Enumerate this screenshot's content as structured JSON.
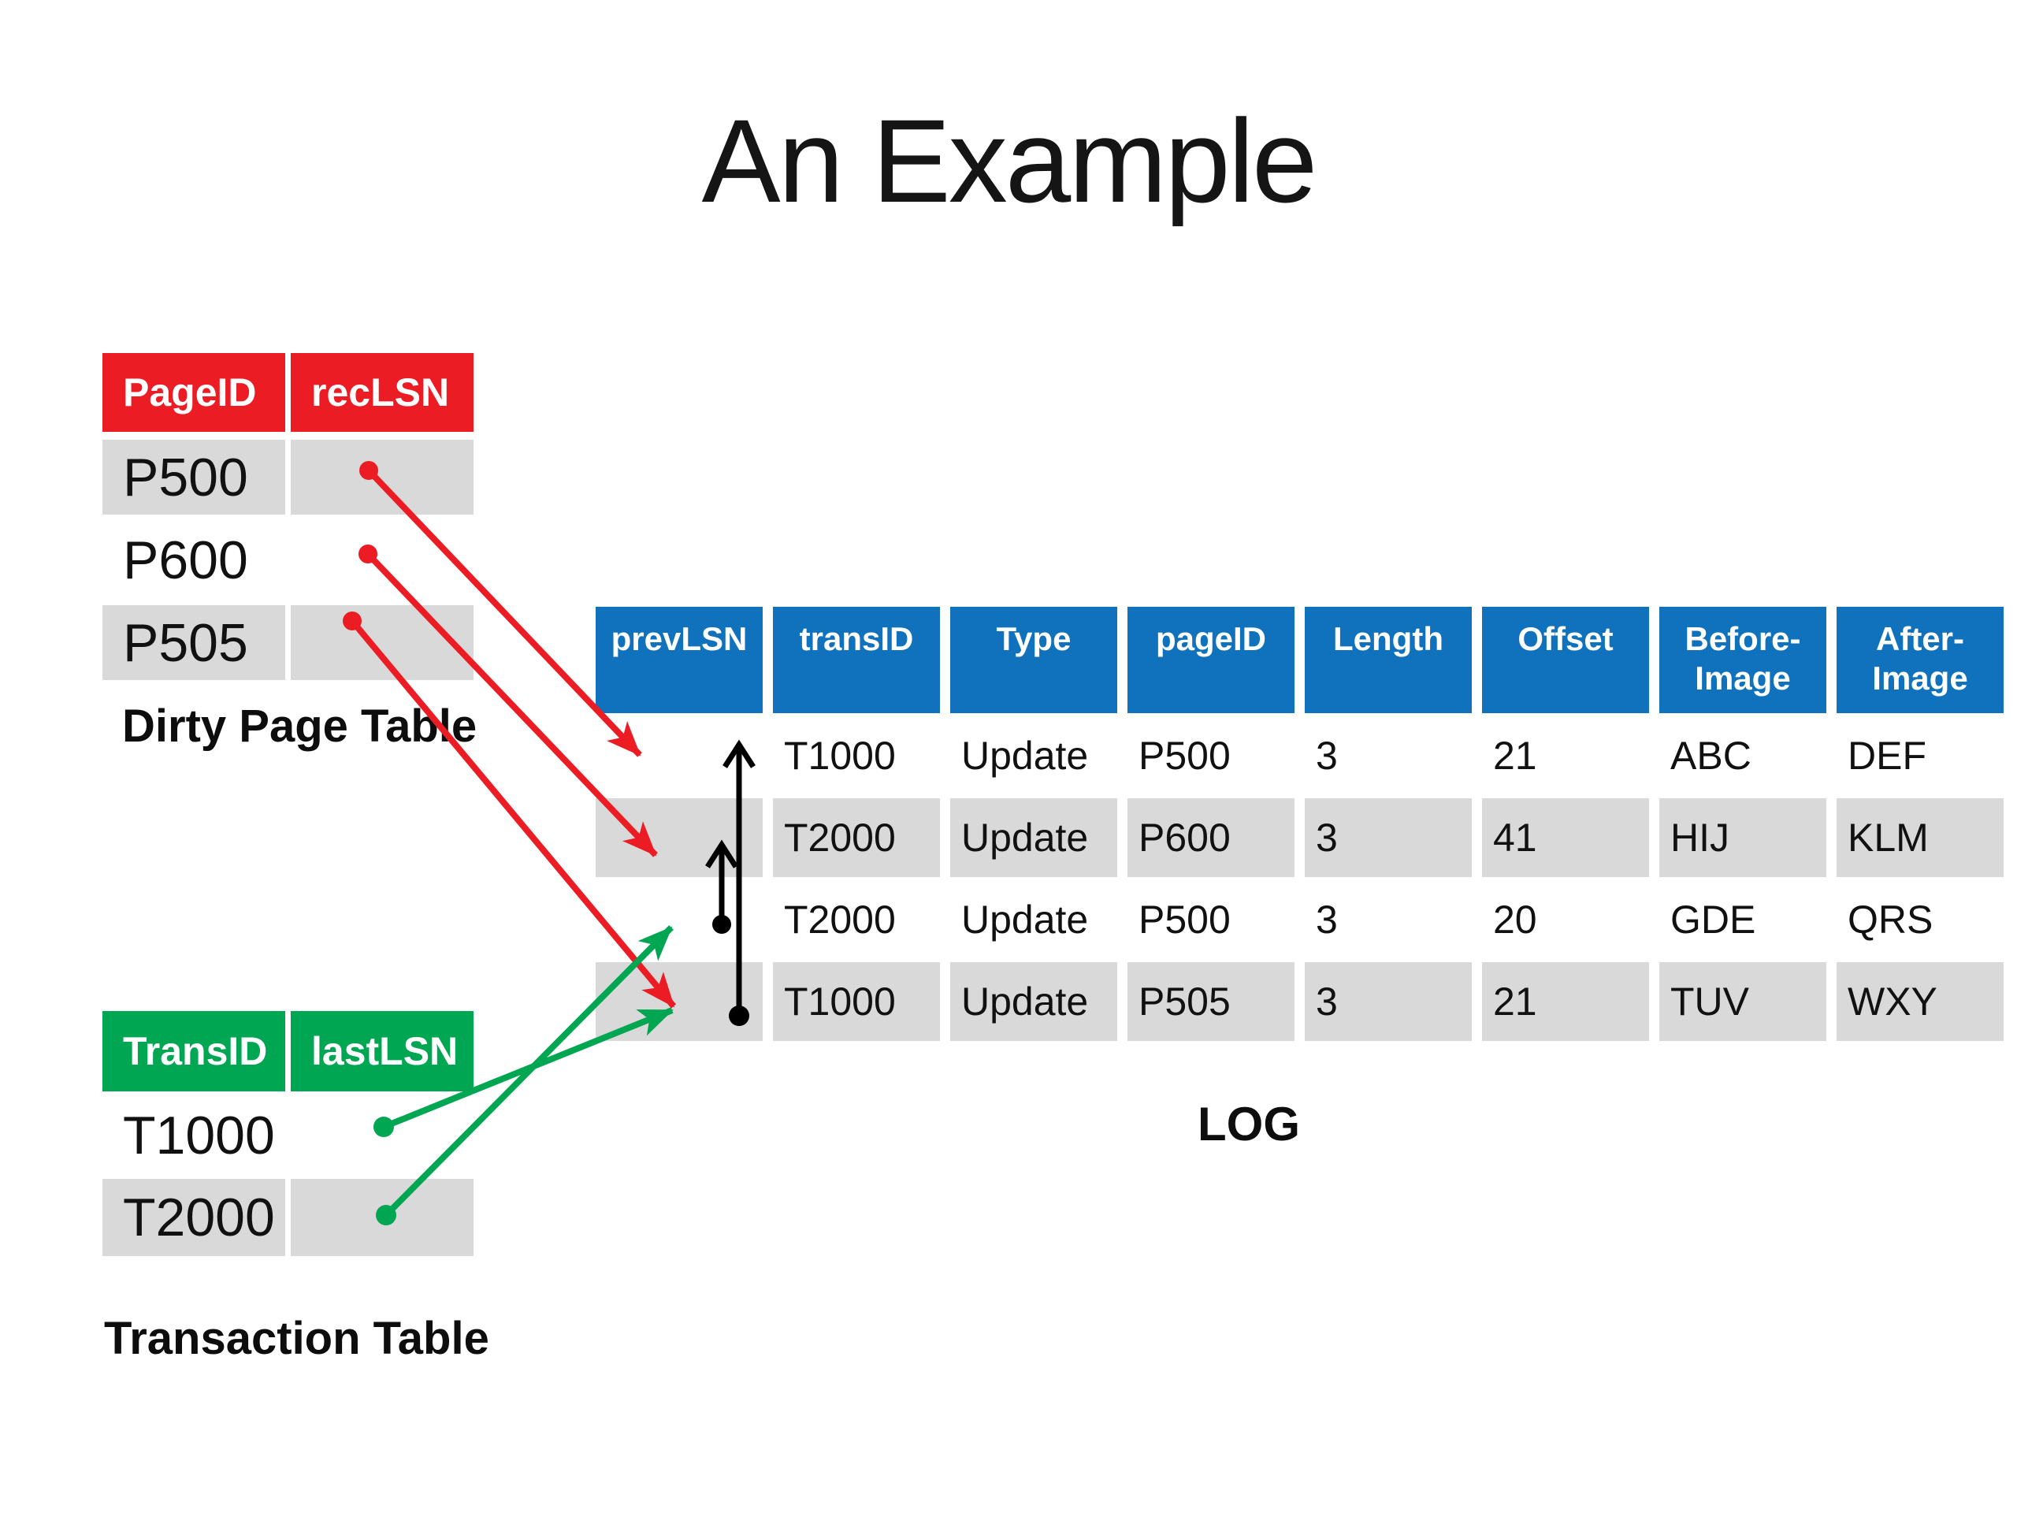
{
  "slide": {
    "title": "An Example"
  },
  "dirty_page_table": {
    "caption": "Dirty Page Table",
    "headers": [
      "PageID",
      "recLSN"
    ],
    "rows": [
      [
        "P500",
        ""
      ],
      [
        "P600",
        ""
      ],
      [
        "P505",
        ""
      ]
    ]
  },
  "transaction_table": {
    "caption": "Transaction Table",
    "headers": [
      "TransID",
      "lastLSN"
    ],
    "rows": [
      [
        "T1000",
        ""
      ],
      [
        "T2000",
        ""
      ]
    ]
  },
  "log_table": {
    "caption": "LOG",
    "headers": [
      "prevLSN",
      "transID",
      "Type",
      "pageID",
      "Length",
      "Offset",
      "Before-Image",
      "After-Image"
    ],
    "rows": [
      [
        "",
        "T1000",
        "Update",
        "P500",
        "3",
        "21",
        "ABC",
        "DEF"
      ],
      [
        "",
        "T2000",
        "Update",
        "P600",
        "3",
        "41",
        "HIJ",
        "KLM"
      ],
      [
        "",
        "T2000",
        "Update",
        "P500",
        "3",
        "20",
        "GDE",
        "QRS"
      ],
      [
        "",
        "T1000",
        "Update",
        "P505",
        "3",
        "21",
        "TUV",
        "WXY"
      ]
    ]
  },
  "arrows": {
    "red_reclsn_pointers": [
      {
        "from": "P500.recLSN",
        "to": "log-row-1"
      },
      {
        "from": "P600.recLSN",
        "to": "log-row-2"
      },
      {
        "from": "P505.recLSN",
        "to": "log-row-4"
      }
    ],
    "green_lastlsn_pointers": [
      {
        "from": "T1000.lastLSN",
        "to": "log-row-4"
      },
      {
        "from": "T2000.lastLSN",
        "to": "log-row-3"
      }
    ],
    "black_prevlsn_pointers": [
      {
        "from": "log-row-4.prevLSN",
        "to": "log-row-1"
      },
      {
        "from": "log-row-3.prevLSN",
        "to": "log-row-2"
      }
    ]
  },
  "colors": {
    "red": "#EC1C24",
    "green": "#00A651",
    "blue": "#1072BC",
    "row_gray": "#D9D9D9"
  }
}
